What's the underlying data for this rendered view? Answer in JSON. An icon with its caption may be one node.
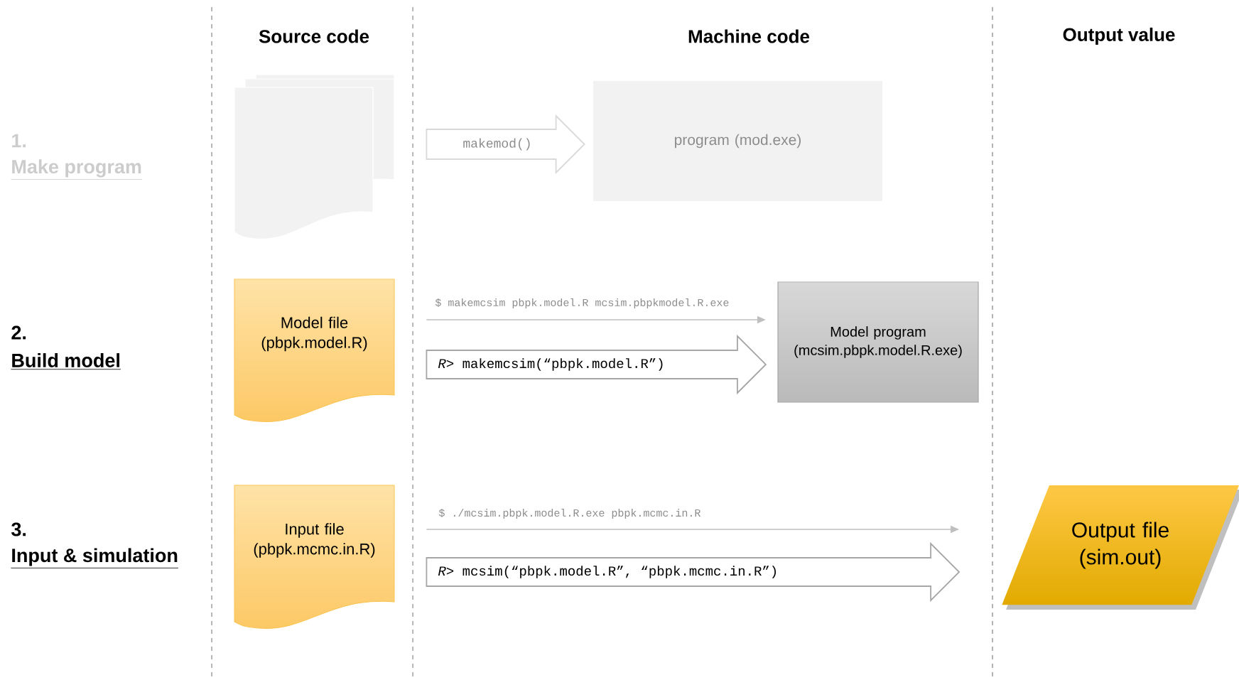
{
  "diagram": {
    "nodes": [
      {
        "text": [],
        "shape": "document"
      },
      {
        "text": [
          "program (mod.exe)"
        ]
      },
      {
        "text": [
          "Model file (pbpk.model.R)"
        ]
      },
      {
        "text": [
          "Model program (mcsim.pbpk.model.R.exe)"
        ]
      },
      {
        "text": [
          "Input file (pbpk.mcmc.in.R)"
        ]
      },
      {
        "text": [
          "Output file (sim.out)"
        ]
      }
    ],
    "edges": [
      {
        "from": 0,
        "to": 1,
        "arrow": "to",
        "label": "makemod()",
        "style": "thick",
        "color": "#d9d9d9"
      },
      {
        "from": 2,
        "to": 3,
        "arrow": "to",
        "label": "$ makemcsim pbpk.model.R mcsim.pbpkmodel.R.exe",
        "color": "#bfbfbf"
      },
      {
        "from": 2,
        "to": 3,
        "arrow": "to",
        "label": "*R>* makemcsim(“pbpk.model.R”)",
        "style": "thick"
      },
      {
        "from": 4,
        "to": 5,
        "arrow": "to",
        "label": "$ ./mcsim.pbpk.model.R.exe pbpk.mcmc.in.R",
        "color": "#bfbfbf"
      },
      {
        "from": 4,
        "to": 5,
        "arrow": "to",
        "label": "*R>* mcsim(“pbpk.model.R”, “pbpk.mcmc.in.R”)",
        "style": "thick"
      }
    ],
    "labels": [
      "Source code",
      "Machine code",
      "Output value",
      "1.",
      "Make program",
      "2.",
      "Build model",
      "3.",
      "Input & simulation"
    ]
  }
}
